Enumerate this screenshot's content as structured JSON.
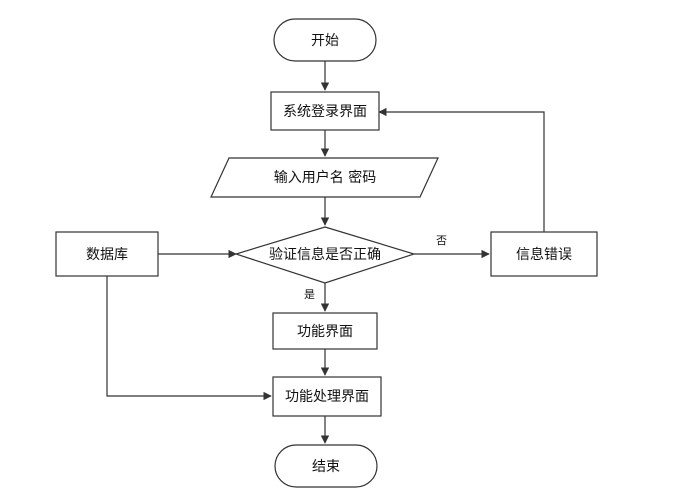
{
  "nodes": {
    "start": "开始",
    "login": "系统登录界面",
    "input": "输入用户名 密码",
    "verify": "验证信息是否正确",
    "database": "数据库",
    "error": "信息错误",
    "function_ui": "功能界面",
    "processing_ui": "功能处理界面",
    "end": "结束"
  },
  "edge_labels": {
    "no": "否",
    "yes": "是"
  },
  "colors": {
    "stroke": "#333333",
    "fill": "#ffffff",
    "text": "#111111"
  }
}
